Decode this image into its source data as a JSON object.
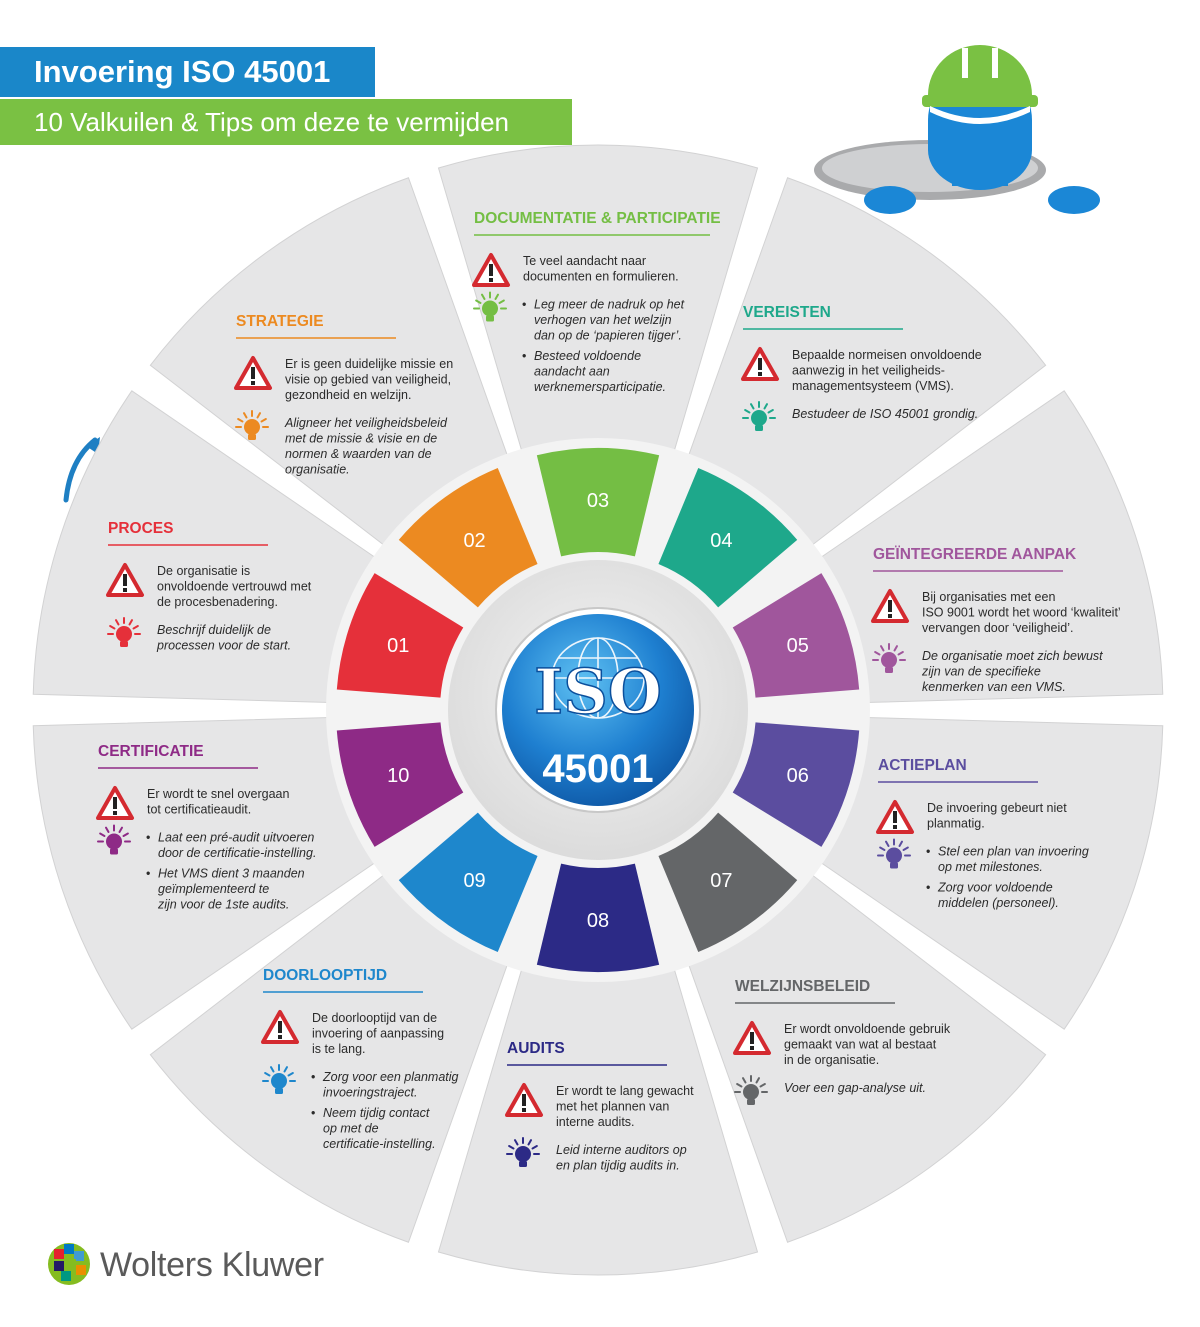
{
  "header": {
    "title": "Invoering ISO 45001",
    "subtitle": "10 Valkuilen & Tips om deze te vermijden"
  },
  "center": {
    "logo_text": "ISO",
    "number": "45001"
  },
  "brand": {
    "name": "Wolters Kluwer"
  },
  "colors": {
    "header_blue": "#1a87c9",
    "header_green": "#7ac143",
    "segment_bg": "#e6e6e7",
    "warning_red": "#d42a30",
    "inner_ring": "#dcdcdc"
  },
  "segments": [
    {
      "number": "01",
      "title": "PROCES",
      "color": "#e5303a",
      "warning": [
        "De organisatie is",
        "onvoldoende vertrouwd met",
        "de procesbenadering."
      ],
      "tips": [
        [
          "Beschrijf duidelijk de",
          "processen voor de start."
        ]
      ]
    },
    {
      "number": "02",
      "title": "STRATEGIE",
      "color": "#ec8a21",
      "warning": [
        "Er is geen duidelijke missie en",
        "visie op gebied van veiligheid,",
        "gezondheid en welzijn."
      ],
      "tips": [
        [
          "Aligneer het veiligheidsbeleid",
          "met de missie & visie en de",
          "normen & waarden van de",
          "organisatie."
        ]
      ]
    },
    {
      "number": "03",
      "title": "DOCUMENTATIE & PARTICIPATIE",
      "color": "#74be44",
      "warning": [
        "Te veel aandacht naar",
        "documenten en formulieren."
      ],
      "tips": [
        [
          "Leg meer de nadruk op het",
          "verhogen van het welzijn",
          "dan op de ‘papieren tijger’."
        ],
        [
          "Besteed voldoende",
          "aandacht aan",
          "werknemersparticipatie."
        ]
      ]
    },
    {
      "number": "04",
      "title": "VEREISTEN",
      "color": "#1ea88b",
      "warning": [
        "Bepaalde normeisen onvoldoende",
        "aanwezig in het veiligheids-",
        "managementsysteem (VMS)."
      ],
      "tips": [
        [
          "Bestudeer de ISO 45001 grondig."
        ]
      ]
    },
    {
      "number": "05",
      "title": "GEÏNTEGREERDE AANPAK",
      "color": "#a0569c",
      "warning": [
        "Bij organisaties met een",
        "ISO 9001 wordt het woord ‘kwaliteit’",
        "vervangen door ‘veiligheid’."
      ],
      "tips": [
        [
          "De organisatie moet zich bewust",
          "zijn van de specifieke",
          "kenmerken van een VMS."
        ]
      ]
    },
    {
      "number": "06",
      "title": "ACTIEPLAN",
      "color": "#5b4d9f",
      "warning": [
        "De invoering gebeurt niet",
        "planmatig."
      ],
      "tips": [
        [
          "Stel een plan van invoering",
          "op met milestones."
        ],
        [
          "Zorg voor voldoende",
          "middelen (personeel)."
        ]
      ]
    },
    {
      "number": "07",
      "title": "WELZIJNSBELEID",
      "color": "#646668",
      "warning": [
        "Er wordt onvoldoende gebruik",
        "gemaakt van wat al bestaat",
        "in de organisatie."
      ],
      "tips": [
        [
          "Voer een gap-analyse uit."
        ]
      ]
    },
    {
      "number": "08",
      "title": "AUDITS",
      "color": "#2c2a86",
      "warning": [
        "Er wordt te lang gewacht",
        "met het plannen van",
        "interne audits."
      ],
      "tips": [
        [
          "Leid interne auditors op",
          "en plan tijdig audits in."
        ]
      ]
    },
    {
      "number": "09",
      "title": "DOORLOOPTIJD",
      "color": "#1e87cc",
      "warning": [
        "De doorlooptijd van de",
        "invoering of aanpassing",
        "is te lang."
      ],
      "tips": [
        [
          "Zorg voor een planmatig",
          "invoeringstraject."
        ],
        [
          "Neem tijdig contact",
          "op met de",
          "certificatie-instelling."
        ]
      ]
    },
    {
      "number": "10",
      "title": "CERTIFICATIE",
      "color": "#8e2a86",
      "warning": [
        "Er wordt te snel overgaan",
        "tot certificatieaudit."
      ],
      "tips": [
        [
          "Laat een pré-audit uitvoeren",
          "door de certificatie-instelling."
        ],
        [
          "Het VMS dient 3 maanden",
          "geïmplementeerd te",
          "zijn voor de 1ste audits."
        ]
      ]
    }
  ]
}
